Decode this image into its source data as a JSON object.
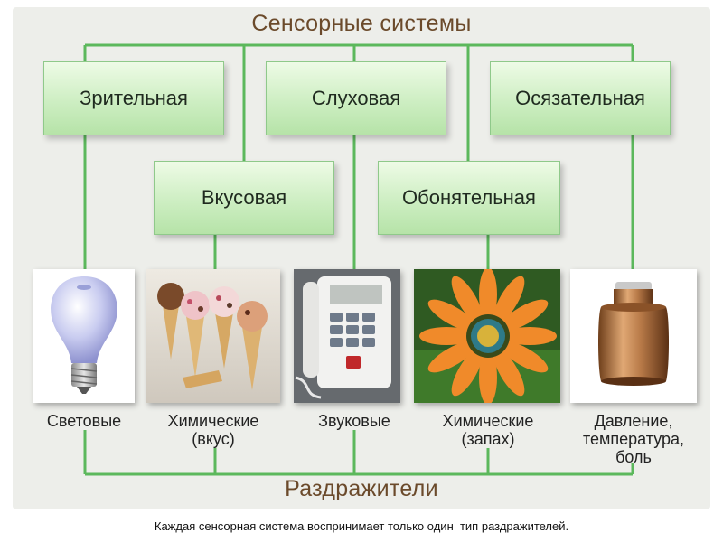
{
  "header": {
    "title": "Сенсорные системы"
  },
  "footer": {
    "title": "Раздражители"
  },
  "systems": [
    {
      "label": "Зрительная"
    },
    {
      "label": "Слуховая"
    },
    {
      "label": "Осязательная"
    },
    {
      "label": "Вкусовая"
    },
    {
      "label": "Обонятельная"
    }
  ],
  "stimuli": [
    {
      "label": "Световые",
      "icon": "light-bulb-icon"
    },
    {
      "label": "Химические\n(вкус)",
      "icon": "ice-cream-icon"
    },
    {
      "label": "Звуковые",
      "icon": "telephone-icon"
    },
    {
      "label": "Химические\n(запах)",
      "icon": "flower-icon"
    },
    {
      "label": "Давление,\nтемпература,\nболь",
      "icon": "weight-icon"
    }
  ],
  "caption": "Каждая сенсорная система воспринимает только один  тип раздражителей.",
  "colors": {
    "line": "#5cb85c",
    "box": "#c8ecbd",
    "title": "#6b4a2b"
  }
}
